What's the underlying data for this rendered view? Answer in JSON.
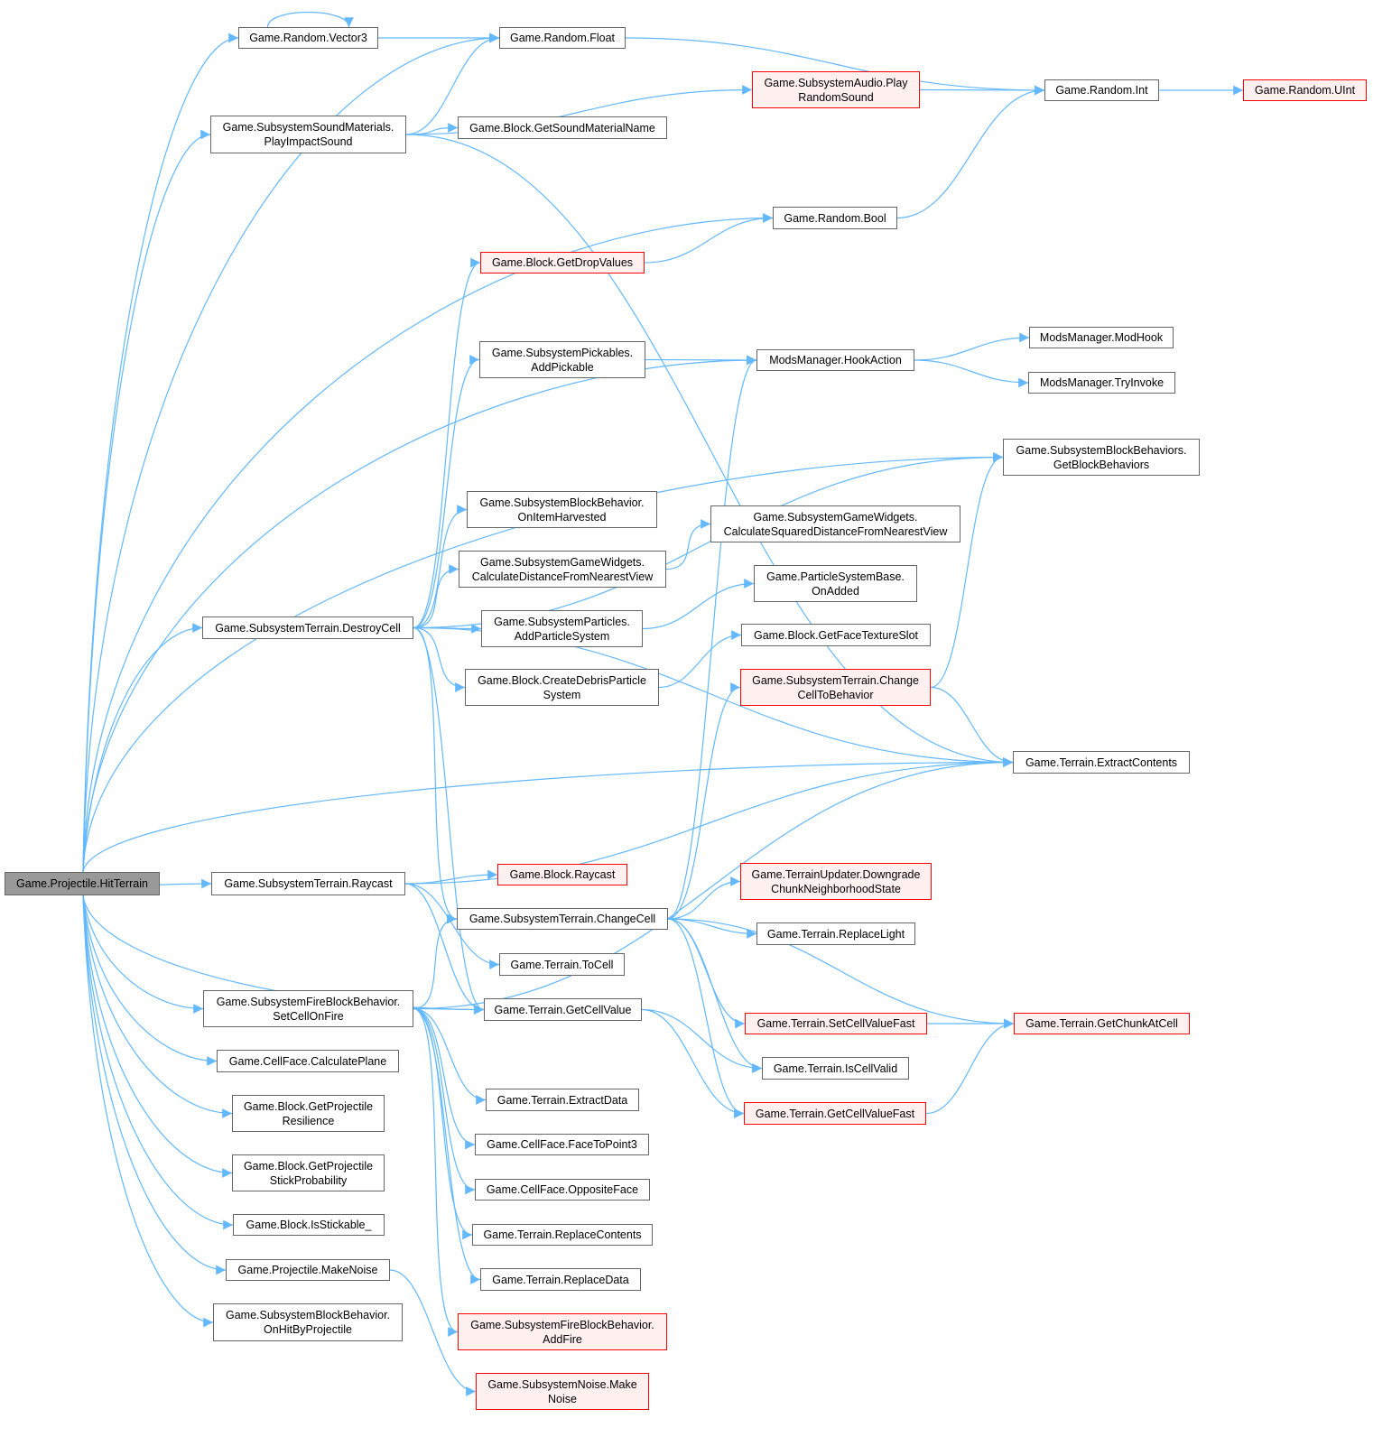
{
  "colors": {
    "edge": "#63b8ff",
    "node_border": "#666666",
    "external_border": "#ff0000",
    "external_fill": "#fff0f0",
    "root_fill": "#999999"
  },
  "nodes": [
    {
      "id": "hit",
      "lines": [
        "Game.Projectile.HitTerrain"
      ],
      "style": "root"
    },
    {
      "id": "vec3",
      "lines": [
        "Game.Random.Vector3"
      ]
    },
    {
      "id": "float",
      "lines": [
        "Game.Random.Float"
      ]
    },
    {
      "id": "int",
      "lines": [
        "Game.Random.Int"
      ]
    },
    {
      "id": "uint",
      "lines": [
        "Game.Random.UInt"
      ],
      "style": "red"
    },
    {
      "id": "audio",
      "lines": [
        "Game.SubsystemAudio.Play",
        "RandomSound"
      ],
      "style": "red"
    },
    {
      "id": "sound",
      "lines": [
        "Game.SubsystemSoundMaterials.",
        "PlayImpactSound"
      ]
    },
    {
      "id": "matname",
      "lines": [
        "Game.Block.GetSoundMaterialName"
      ]
    },
    {
      "id": "bool",
      "lines": [
        "Game.Random.Bool"
      ]
    },
    {
      "id": "drop",
      "lines": [
        "Game.Block.GetDropValues"
      ],
      "style": "red"
    },
    {
      "id": "pick",
      "lines": [
        "Game.SubsystemPickables.",
        "AddPickable"
      ]
    },
    {
      "id": "hook",
      "lines": [
        "ModsManager.HookAction"
      ]
    },
    {
      "id": "modhook",
      "lines": [
        "ModsManager.ModHook"
      ]
    },
    {
      "id": "tryinv",
      "lines": [
        "ModsManager.TryInvoke"
      ]
    },
    {
      "id": "gbb",
      "lines": [
        "Game.SubsystemBlockBehaviors.",
        "GetBlockBehaviors"
      ]
    },
    {
      "id": "harvest",
      "lines": [
        "Game.SubsystemBlockBehavior.",
        "OnItemHarvested"
      ]
    },
    {
      "id": "sqdist",
      "lines": [
        "Game.SubsystemGameWidgets.",
        "CalculateSquaredDistanceFromNearestView"
      ]
    },
    {
      "id": "dist",
      "lines": [
        "Game.SubsystemGameWidgets.",
        "CalculateDistanceFromNearestView"
      ]
    },
    {
      "id": "onadded",
      "lines": [
        "Game.ParticleSystemBase.",
        "OnAdded"
      ]
    },
    {
      "id": "destroy",
      "lines": [
        "Game.SubsystemTerrain.DestroyCell"
      ]
    },
    {
      "id": "addps",
      "lines": [
        "Game.SubsystemParticles.",
        "AddParticleSystem"
      ]
    },
    {
      "id": "facetex",
      "lines": [
        "Game.Block.GetFaceTextureSlot"
      ]
    },
    {
      "id": "debris",
      "lines": [
        "Game.Block.CreateDebrisParticle",
        "System"
      ]
    },
    {
      "id": "c2b",
      "lines": [
        "Game.SubsystemTerrain.Change",
        "CellToBehavior"
      ],
      "style": "red"
    },
    {
      "id": "extract",
      "lines": [
        "Game.Terrain.ExtractContents"
      ]
    },
    {
      "id": "raycast",
      "lines": [
        "Game.SubsystemTerrain.Raycast"
      ]
    },
    {
      "id": "braycast",
      "lines": [
        "Game.Block.Raycast"
      ],
      "style": "red"
    },
    {
      "id": "downgrade",
      "lines": [
        "Game.TerrainUpdater.Downgrade",
        "ChunkNeighborhoodState"
      ],
      "style": "red"
    },
    {
      "id": "changecell",
      "lines": [
        "Game.SubsystemTerrain.ChangeCell"
      ]
    },
    {
      "id": "replight",
      "lines": [
        "Game.Terrain.ReplaceLight"
      ]
    },
    {
      "id": "tocell",
      "lines": [
        "Game.Terrain.ToCell"
      ]
    },
    {
      "id": "fire",
      "lines": [
        "Game.SubsystemFireBlockBehavior.",
        "SetCellOnFire"
      ]
    },
    {
      "id": "getcv",
      "lines": [
        "Game.Terrain.GetCellValue"
      ]
    },
    {
      "id": "setfast",
      "lines": [
        "Game.Terrain.SetCellValueFast"
      ],
      "style": "red"
    },
    {
      "id": "chunk",
      "lines": [
        "Game.Terrain.GetChunkAtCell"
      ],
      "style": "red"
    },
    {
      "id": "calcplane",
      "lines": [
        "Game.CellFace.CalculatePlane"
      ]
    },
    {
      "id": "valid",
      "lines": [
        "Game.Terrain.IsCellValid"
      ]
    },
    {
      "id": "exdata",
      "lines": [
        "Game.Terrain.ExtractData"
      ]
    },
    {
      "id": "resil",
      "lines": [
        "Game.Block.GetProjectile",
        "Resilience"
      ]
    },
    {
      "id": "getfast",
      "lines": [
        "Game.Terrain.GetCellValueFast"
      ],
      "style": "red"
    },
    {
      "id": "f2p",
      "lines": [
        "Game.CellFace.FaceToPoint3"
      ]
    },
    {
      "id": "stick",
      "lines": [
        "Game.Block.GetProjectile",
        "StickProbability"
      ]
    },
    {
      "id": "opp",
      "lines": [
        "Game.CellFace.OppositeFace"
      ]
    },
    {
      "id": "stickable",
      "lines": [
        "Game.Block.IsStickable_"
      ]
    },
    {
      "id": "repc",
      "lines": [
        "Game.Terrain.ReplaceContents"
      ]
    },
    {
      "id": "noise",
      "lines": [
        "Game.Projectile.MakeNoise"
      ]
    },
    {
      "id": "repd",
      "lines": [
        "Game.Terrain.ReplaceData"
      ]
    },
    {
      "id": "hitproj",
      "lines": [
        "Game.SubsystemBlockBehavior.",
        "OnHitByProjectile"
      ]
    },
    {
      "id": "addfire",
      "lines": [
        "Game.SubsystemFireBlockBehavior.",
        "AddFire"
      ],
      "style": "red"
    },
    {
      "id": "makenoise",
      "lines": [
        "Game.SubsystemNoise.Make",
        "Noise"
      ],
      "style": "red"
    }
  ],
  "edges": [
    [
      "hit",
      "vec3"
    ],
    [
      "hit",
      "float"
    ],
    [
      "hit",
      "sound"
    ],
    [
      "hit",
      "bool"
    ],
    [
      "hit",
      "hook"
    ],
    [
      "hit",
      "gbb"
    ],
    [
      "hit",
      "destroy"
    ],
    [
      "hit",
      "extract"
    ],
    [
      "hit",
      "raycast"
    ],
    [
      "hit",
      "getcv"
    ],
    [
      "hit",
      "fire"
    ],
    [
      "hit",
      "calcplane"
    ],
    [
      "hit",
      "resil"
    ],
    [
      "hit",
      "stick"
    ],
    [
      "hit",
      "stickable"
    ],
    [
      "hit",
      "noise"
    ],
    [
      "hit",
      "hitproj"
    ],
    [
      "vec3",
      "vec3"
    ],
    [
      "vec3",
      "float"
    ],
    [
      "float",
      "int"
    ],
    [
      "audio",
      "int"
    ],
    [
      "int",
      "uint"
    ],
    [
      "sound",
      "float"
    ],
    [
      "sound",
      "audio"
    ],
    [
      "sound",
      "matname"
    ],
    [
      "sound",
      "extract"
    ],
    [
      "bool",
      "int"
    ],
    [
      "drop",
      "bool"
    ],
    [
      "pick",
      "hook"
    ],
    [
      "hook",
      "modhook"
    ],
    [
      "hook",
      "tryinv"
    ],
    [
      "destroy",
      "drop"
    ],
    [
      "destroy",
      "pick"
    ],
    [
      "destroy",
      "gbb"
    ],
    [
      "destroy",
      "harvest"
    ],
    [
      "destroy",
      "dist"
    ],
    [
      "destroy",
      "addps"
    ],
    [
      "destroy",
      "debris"
    ],
    [
      "destroy",
      "extract"
    ],
    [
      "destroy",
      "changecell"
    ],
    [
      "destroy",
      "getcv"
    ],
    [
      "dist",
      "sqdist"
    ],
    [
      "addps",
      "onadded"
    ],
    [
      "debris",
      "facetex"
    ],
    [
      "c2b",
      "gbb"
    ],
    [
      "c2b",
      "extract"
    ],
    [
      "raycast",
      "braycast"
    ],
    [
      "raycast",
      "extract"
    ],
    [
      "raycast",
      "tocell"
    ],
    [
      "raycast",
      "getcv"
    ],
    [
      "changecell",
      "hook"
    ],
    [
      "changecell",
      "c2b"
    ],
    [
      "changecell",
      "downgrade"
    ],
    [
      "changecell",
      "replight"
    ],
    [
      "changecell",
      "setfast"
    ],
    [
      "changecell",
      "chunk"
    ],
    [
      "changecell",
      "valid"
    ],
    [
      "changecell",
      "getfast"
    ],
    [
      "fire",
      "changecell"
    ],
    [
      "fire",
      "getcv"
    ],
    [
      "fire",
      "exdata"
    ],
    [
      "fire",
      "f2p"
    ],
    [
      "fire",
      "opp"
    ],
    [
      "fire",
      "repc"
    ],
    [
      "fire",
      "repd"
    ],
    [
      "fire",
      "addfire"
    ],
    [
      "fire",
      "extract"
    ],
    [
      "getcv",
      "valid"
    ],
    [
      "getcv",
      "getfast"
    ],
    [
      "setfast",
      "chunk"
    ],
    [
      "getfast",
      "chunk"
    ],
    [
      "noise",
      "makenoise"
    ]
  ]
}
